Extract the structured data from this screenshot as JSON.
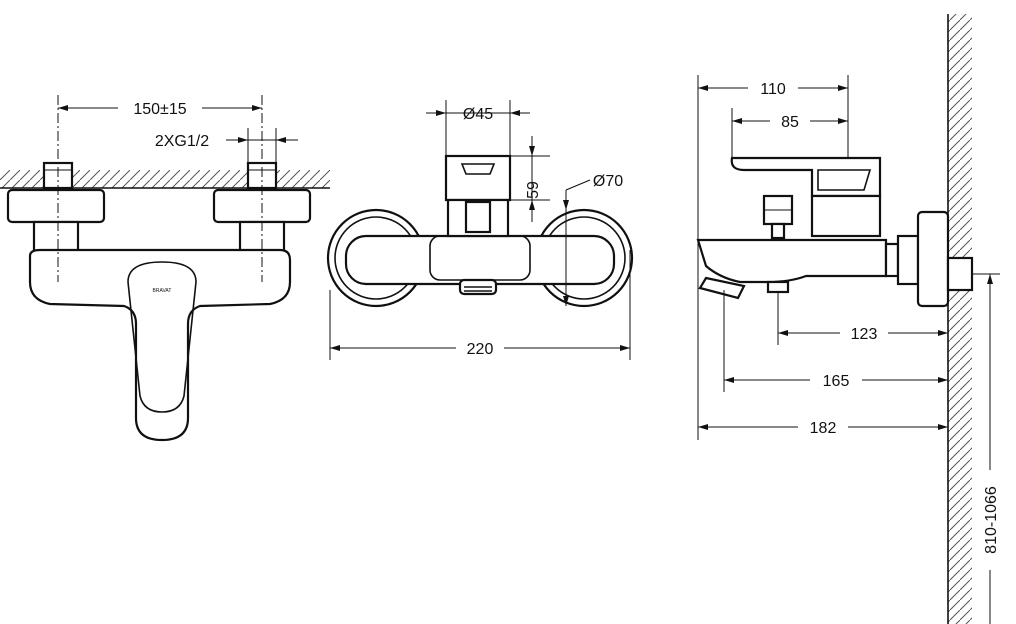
{
  "front_view": {
    "spacing_label": "150±15",
    "thread_label": "2XG1/2",
    "logo_text": "BRAVAT"
  },
  "side_view": {
    "outlet_diameter_label": "Ø45",
    "height_label": "59",
    "flange_diameter_label": "Ø70",
    "width_label": "220"
  },
  "profile_view": {
    "depth_label_110": "110",
    "depth_label_85": "85",
    "projection_label_123": "123",
    "projection_label_165": "165",
    "projection_label_182": "182",
    "mount_height_label": "810-1066"
  }
}
